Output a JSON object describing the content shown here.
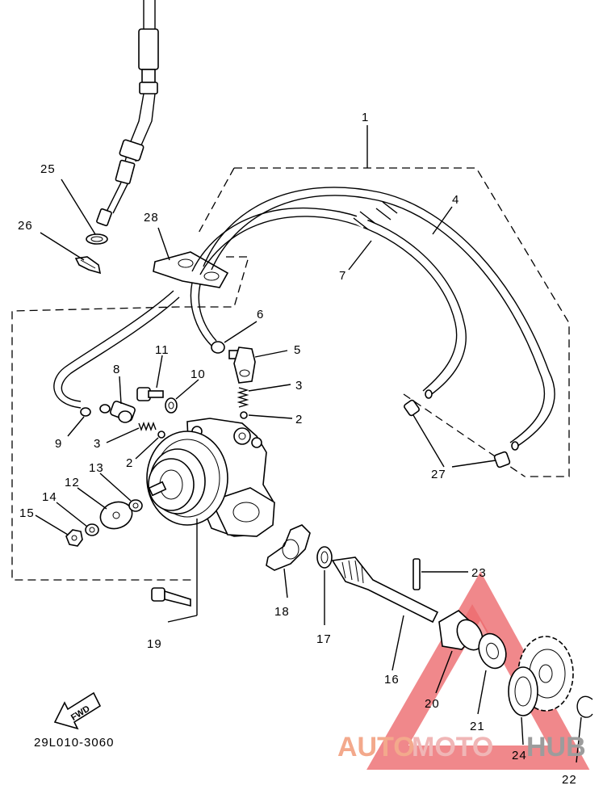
{
  "diagram_code": "29L010-3060",
  "direction_marker": "FWD",
  "watermark": {
    "part1": "AUTO",
    "part2": "MOTO",
    "part3": "HUB"
  },
  "callouts": {
    "c1": "1",
    "c2a": "2",
    "c2b": "2",
    "c3a": "3",
    "c3b": "3",
    "c4": "4",
    "c5": "5",
    "c6": "6",
    "c7": "7",
    "c8": "8",
    "c9": "9",
    "c10": "10",
    "c11": "11",
    "c12": "12",
    "c13": "13",
    "c14": "14",
    "c15": "15",
    "c16": "16",
    "c17": "17",
    "c18": "18",
    "c19": "19",
    "c20": "20",
    "c21": "21",
    "c22": "22",
    "c23": "23",
    "c24": "24",
    "c25": "25",
    "c26": "26",
    "c27": "27",
    "c28": "28"
  },
  "colors": {
    "line": "#000000",
    "watermark_triangle": "#e8464a",
    "watermark_orange": "#f3a98c",
    "watermark_pink": "#f0b6b6",
    "watermark_grey": "#9c9c9c"
  }
}
